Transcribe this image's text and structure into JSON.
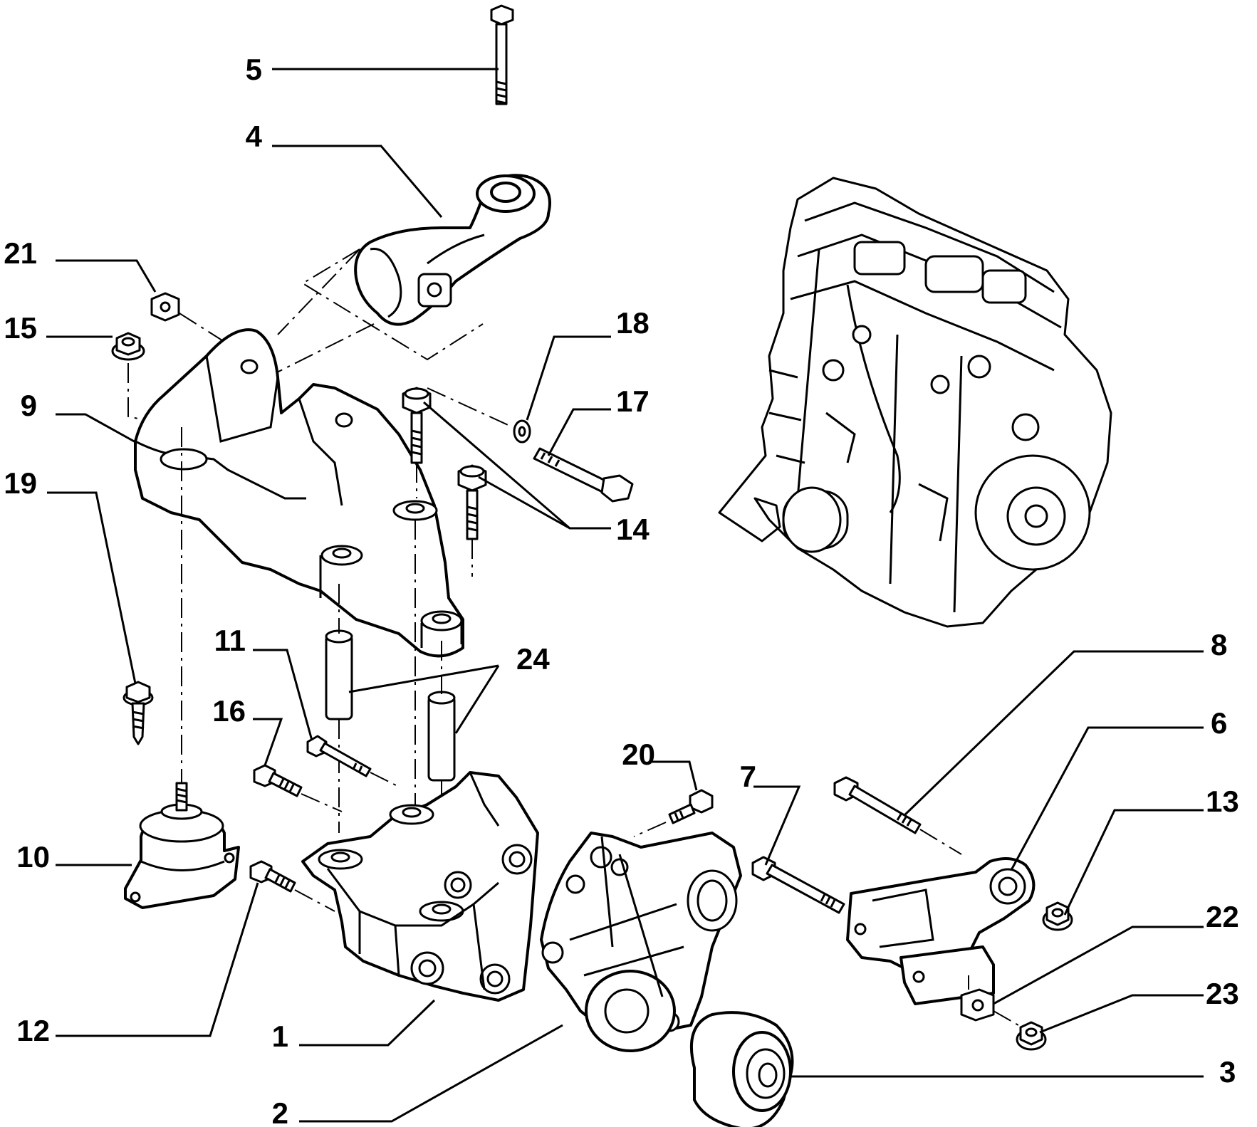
{
  "callouts": [
    {
      "id": "c5",
      "label": "5"
    },
    {
      "id": "c4",
      "label": "4"
    },
    {
      "id": "c21",
      "label": "21"
    },
    {
      "id": "c15",
      "label": "15"
    },
    {
      "id": "c9",
      "label": "9"
    },
    {
      "id": "c19",
      "label": "19"
    },
    {
      "id": "c18",
      "label": "18"
    },
    {
      "id": "c17",
      "label": "17"
    },
    {
      "id": "c14",
      "label": "14"
    },
    {
      "id": "c11",
      "label": "11"
    },
    {
      "id": "c24",
      "label": "24"
    },
    {
      "id": "c16",
      "label": "16"
    },
    {
      "id": "c10",
      "label": "10"
    },
    {
      "id": "c12",
      "label": "12"
    },
    {
      "id": "c1",
      "label": "1"
    },
    {
      "id": "c2",
      "label": "2"
    },
    {
      "id": "c20",
      "label": "20"
    },
    {
      "id": "c7",
      "label": "7"
    },
    {
      "id": "c8",
      "label": "8"
    },
    {
      "id": "c6",
      "label": "6"
    },
    {
      "id": "c13",
      "label": "13"
    },
    {
      "id": "c22",
      "label": "22"
    },
    {
      "id": "c23",
      "label": "23"
    },
    {
      "id": "c3",
      "label": "3"
    }
  ]
}
